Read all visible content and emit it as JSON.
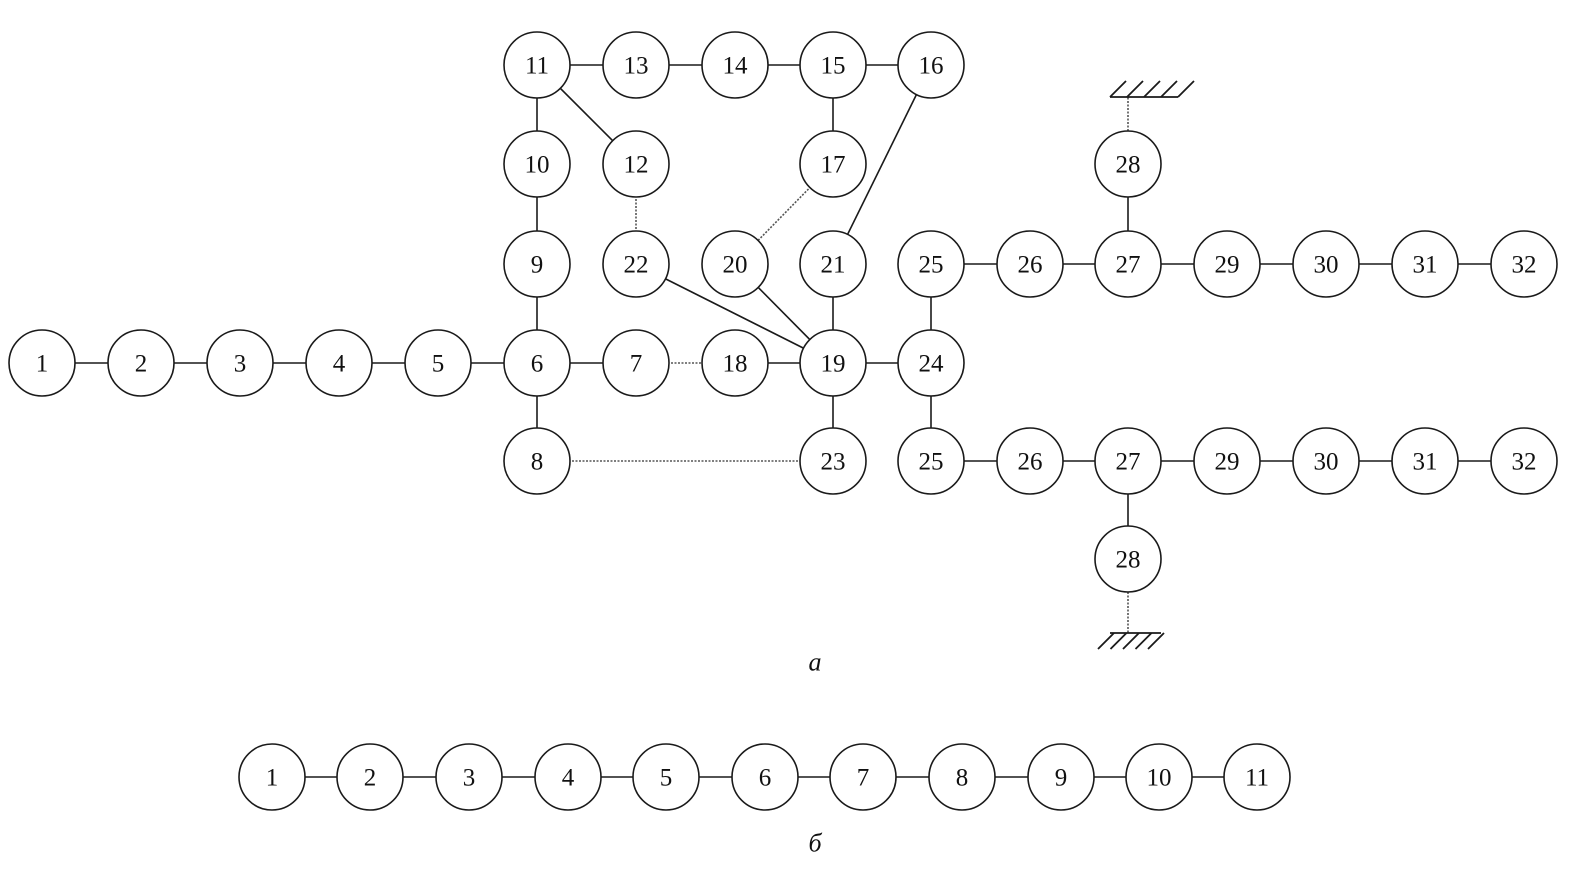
{
  "diagram_a": {
    "caption": "a",
    "nodes": [
      {
        "id": "n1",
        "label": "1"
      },
      {
        "id": "n2",
        "label": "2"
      },
      {
        "id": "n3",
        "label": "3"
      },
      {
        "id": "n4",
        "label": "4"
      },
      {
        "id": "n5",
        "label": "5"
      },
      {
        "id": "n6",
        "label": "6"
      },
      {
        "id": "n7",
        "label": "7"
      },
      {
        "id": "n8",
        "label": "8"
      },
      {
        "id": "n9",
        "label": "9"
      },
      {
        "id": "n10",
        "label": "10"
      },
      {
        "id": "n11",
        "label": "11"
      },
      {
        "id": "n12",
        "label": "12"
      },
      {
        "id": "n13",
        "label": "13"
      },
      {
        "id": "n14",
        "label": "14"
      },
      {
        "id": "n15",
        "label": "15"
      },
      {
        "id": "n16",
        "label": "16"
      },
      {
        "id": "n17",
        "label": "17"
      },
      {
        "id": "n18",
        "label": "18"
      },
      {
        "id": "n19",
        "label": "19"
      },
      {
        "id": "n20",
        "label": "20"
      },
      {
        "id": "n21",
        "label": "21"
      },
      {
        "id": "n22",
        "label": "22"
      },
      {
        "id": "n23",
        "label": "23"
      },
      {
        "id": "n24",
        "label": "24"
      },
      {
        "id": "n25a",
        "label": "25"
      },
      {
        "id": "n26a",
        "label": "26"
      },
      {
        "id": "n27a",
        "label": "27"
      },
      {
        "id": "n28a",
        "label": "28"
      },
      {
        "id": "n29a",
        "label": "29"
      },
      {
        "id": "n30a",
        "label": "30"
      },
      {
        "id": "n31a",
        "label": "31"
      },
      {
        "id": "n32a",
        "label": "32"
      },
      {
        "id": "n25b",
        "label": "25"
      },
      {
        "id": "n26b",
        "label": "26"
      },
      {
        "id": "n27b",
        "label": "27"
      },
      {
        "id": "n28b",
        "label": "28"
      },
      {
        "id": "n29b",
        "label": "29"
      },
      {
        "id": "n30b",
        "label": "30"
      },
      {
        "id": "n31b",
        "label": "31"
      },
      {
        "id": "n32b",
        "label": "32"
      }
    ],
    "edges": [
      {
        "from": "n1",
        "to": "n2",
        "style": "solid"
      },
      {
        "from": "n2",
        "to": "n3",
        "style": "solid"
      },
      {
        "from": "n3",
        "to": "n4",
        "style": "solid"
      },
      {
        "from": "n4",
        "to": "n5",
        "style": "solid"
      },
      {
        "from": "n5",
        "to": "n6",
        "style": "solid"
      },
      {
        "from": "n6",
        "to": "n7",
        "style": "solid"
      },
      {
        "from": "n6",
        "to": "n8",
        "style": "solid"
      },
      {
        "from": "n6",
        "to": "n9",
        "style": "solid"
      },
      {
        "from": "n9",
        "to": "n10",
        "style": "solid"
      },
      {
        "from": "n10",
        "to": "n11",
        "style": "solid"
      },
      {
        "from": "n11",
        "to": "n12",
        "style": "solid"
      },
      {
        "from": "n11",
        "to": "n13",
        "style": "solid"
      },
      {
        "from": "n13",
        "to": "n14",
        "style": "solid"
      },
      {
        "from": "n14",
        "to": "n15",
        "style": "solid"
      },
      {
        "from": "n15",
        "to": "n16",
        "style": "solid"
      },
      {
        "from": "n15",
        "to": "n17",
        "style": "solid"
      },
      {
        "from": "n16",
        "to": "n21",
        "style": "solid"
      },
      {
        "from": "n12",
        "to": "n22",
        "style": "dotted"
      },
      {
        "from": "n17",
        "to": "n20",
        "style": "dotted"
      },
      {
        "from": "n22",
        "to": "n19",
        "style": "solid"
      },
      {
        "from": "n20",
        "to": "n19",
        "style": "solid"
      },
      {
        "from": "n21",
        "to": "n19",
        "style": "solid"
      },
      {
        "from": "n7",
        "to": "n18",
        "style": "dotted"
      },
      {
        "from": "n18",
        "to": "n19",
        "style": "solid"
      },
      {
        "from": "n19",
        "to": "n23",
        "style": "solid"
      },
      {
        "from": "n8",
        "to": "n23",
        "style": "dotted"
      },
      {
        "from": "n19",
        "to": "n24",
        "style": "solid"
      },
      {
        "from": "n24",
        "to": "n25a",
        "style": "solid"
      },
      {
        "from": "n24",
        "to": "n25b",
        "style": "solid"
      },
      {
        "from": "n25a",
        "to": "n26a",
        "style": "solid"
      },
      {
        "from": "n26a",
        "to": "n27a",
        "style": "solid"
      },
      {
        "from": "n27a",
        "to": "n28a",
        "style": "solid"
      },
      {
        "from": "n27a",
        "to": "n29a",
        "style": "solid"
      },
      {
        "from": "n29a",
        "to": "n30a",
        "style": "solid"
      },
      {
        "from": "n30a",
        "to": "n31a",
        "style": "solid"
      },
      {
        "from": "n31a",
        "to": "n32a",
        "style": "solid"
      },
      {
        "from": "n25b",
        "to": "n26b",
        "style": "solid"
      },
      {
        "from": "n26b",
        "to": "n27b",
        "style": "solid"
      },
      {
        "from": "n27b",
        "to": "n28b",
        "style": "solid"
      },
      {
        "from": "n27b",
        "to": "n29b",
        "style": "solid"
      },
      {
        "from": "n29b",
        "to": "n30b",
        "style": "solid"
      },
      {
        "from": "n30b",
        "to": "n31b",
        "style": "solid"
      },
      {
        "from": "n31b",
        "to": "n32b",
        "style": "solid"
      }
    ],
    "grounds": [
      {
        "node": "n28a",
        "side": "top",
        "link": "dotted"
      },
      {
        "node": "n28b",
        "side": "bottom",
        "link": "dotted"
      }
    ]
  },
  "diagram_b": {
    "caption": "б",
    "nodes": [
      {
        "id": "m1",
        "label": "1"
      },
      {
        "id": "m2",
        "label": "2"
      },
      {
        "id": "m3",
        "label": "3"
      },
      {
        "id": "m4",
        "label": "4"
      },
      {
        "id": "m5",
        "label": "5"
      },
      {
        "id": "m6",
        "label": "6"
      },
      {
        "id": "m7",
        "label": "7"
      },
      {
        "id": "m8",
        "label": "8"
      },
      {
        "id": "m9",
        "label": "9"
      },
      {
        "id": "m10",
        "label": "10"
      },
      {
        "id": "m11",
        "label": "11"
      }
    ],
    "edges": [
      {
        "from": "m1",
        "to": "m2",
        "style": "solid"
      },
      {
        "from": "m2",
        "to": "m3",
        "style": "solid"
      },
      {
        "from": "m3",
        "to": "m4",
        "style": "solid"
      },
      {
        "from": "m4",
        "to": "m5",
        "style": "solid"
      },
      {
        "from": "m5",
        "to": "m6",
        "style": "solid"
      },
      {
        "from": "m6",
        "to": "m7",
        "style": "solid"
      },
      {
        "from": "m7",
        "to": "m8",
        "style": "solid"
      },
      {
        "from": "m8",
        "to": "m9",
        "style": "solid"
      },
      {
        "from": "m9",
        "to": "m10",
        "style": "solid"
      },
      {
        "from": "m10",
        "to": "m11",
        "style": "solid"
      }
    ]
  }
}
